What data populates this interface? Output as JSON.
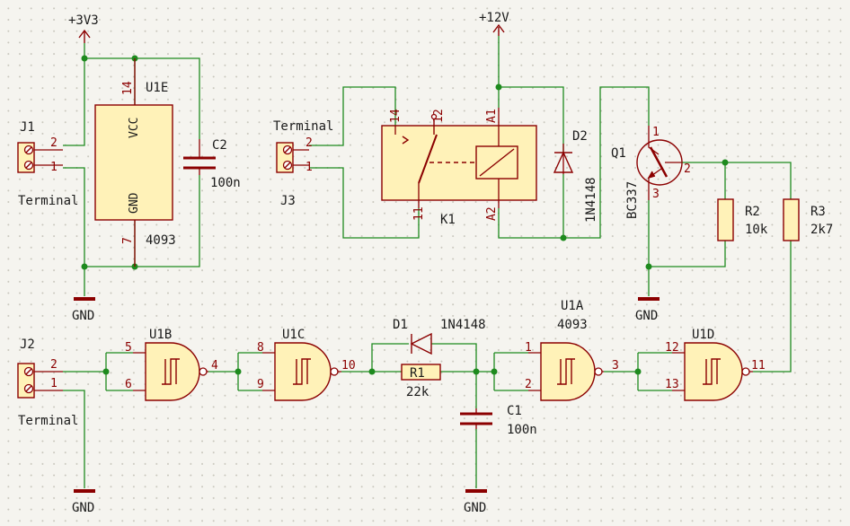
{
  "power": {
    "v3v3": "+3V3",
    "v12": "+12V",
    "gnd": "GND"
  },
  "connectors": {
    "j1": {
      "ref": "J1",
      "value": "Terminal",
      "pin2": "2",
      "pin1": "1"
    },
    "j2": {
      "ref": "J2",
      "value": "Terminal",
      "pin2": "2",
      "pin1": "1"
    },
    "j3": {
      "ref": "J3",
      "value": "Terminal",
      "pin2": "2",
      "pin1": "1"
    }
  },
  "u1e": {
    "ref": "U1E",
    "value": "4093",
    "vcc": "VCC",
    "gnd": "GND",
    "pin_vcc": "14",
    "pin_gnd": "7"
  },
  "u1a": {
    "ref": "U1A",
    "value": "4093",
    "in1": "1",
    "in2": "2",
    "out": "3"
  },
  "u1b": {
    "ref": "U1B",
    "in1": "5",
    "in2": "6",
    "out": "4"
  },
  "u1c": {
    "ref": "U1C",
    "in1": "8",
    "in2": "9",
    "out": "10"
  },
  "u1d": {
    "ref": "U1D",
    "in1": "12",
    "in2": "13",
    "out": "11"
  },
  "c1": {
    "ref": "C1",
    "value": "100n"
  },
  "c2": {
    "ref": "C2",
    "value": "100n"
  },
  "r1": {
    "ref": "R1",
    "value": "22k"
  },
  "r2": {
    "ref": "R2",
    "value": "10k"
  },
  "r3": {
    "ref": "R3",
    "value": "2k7"
  },
  "d1": {
    "ref": "D1",
    "value": "1N4148"
  },
  "d2": {
    "ref": "D2",
    "value": "1N4148"
  },
  "q1": {
    "ref": "Q1",
    "value": "BC337",
    "pin1": "1",
    "pin2": "2",
    "pin3": "3"
  },
  "k1": {
    "ref": "K1",
    "pin14": "14",
    "pin12": "12",
    "pin11": "11",
    "a1": "A1",
    "a2": "A2"
  }
}
